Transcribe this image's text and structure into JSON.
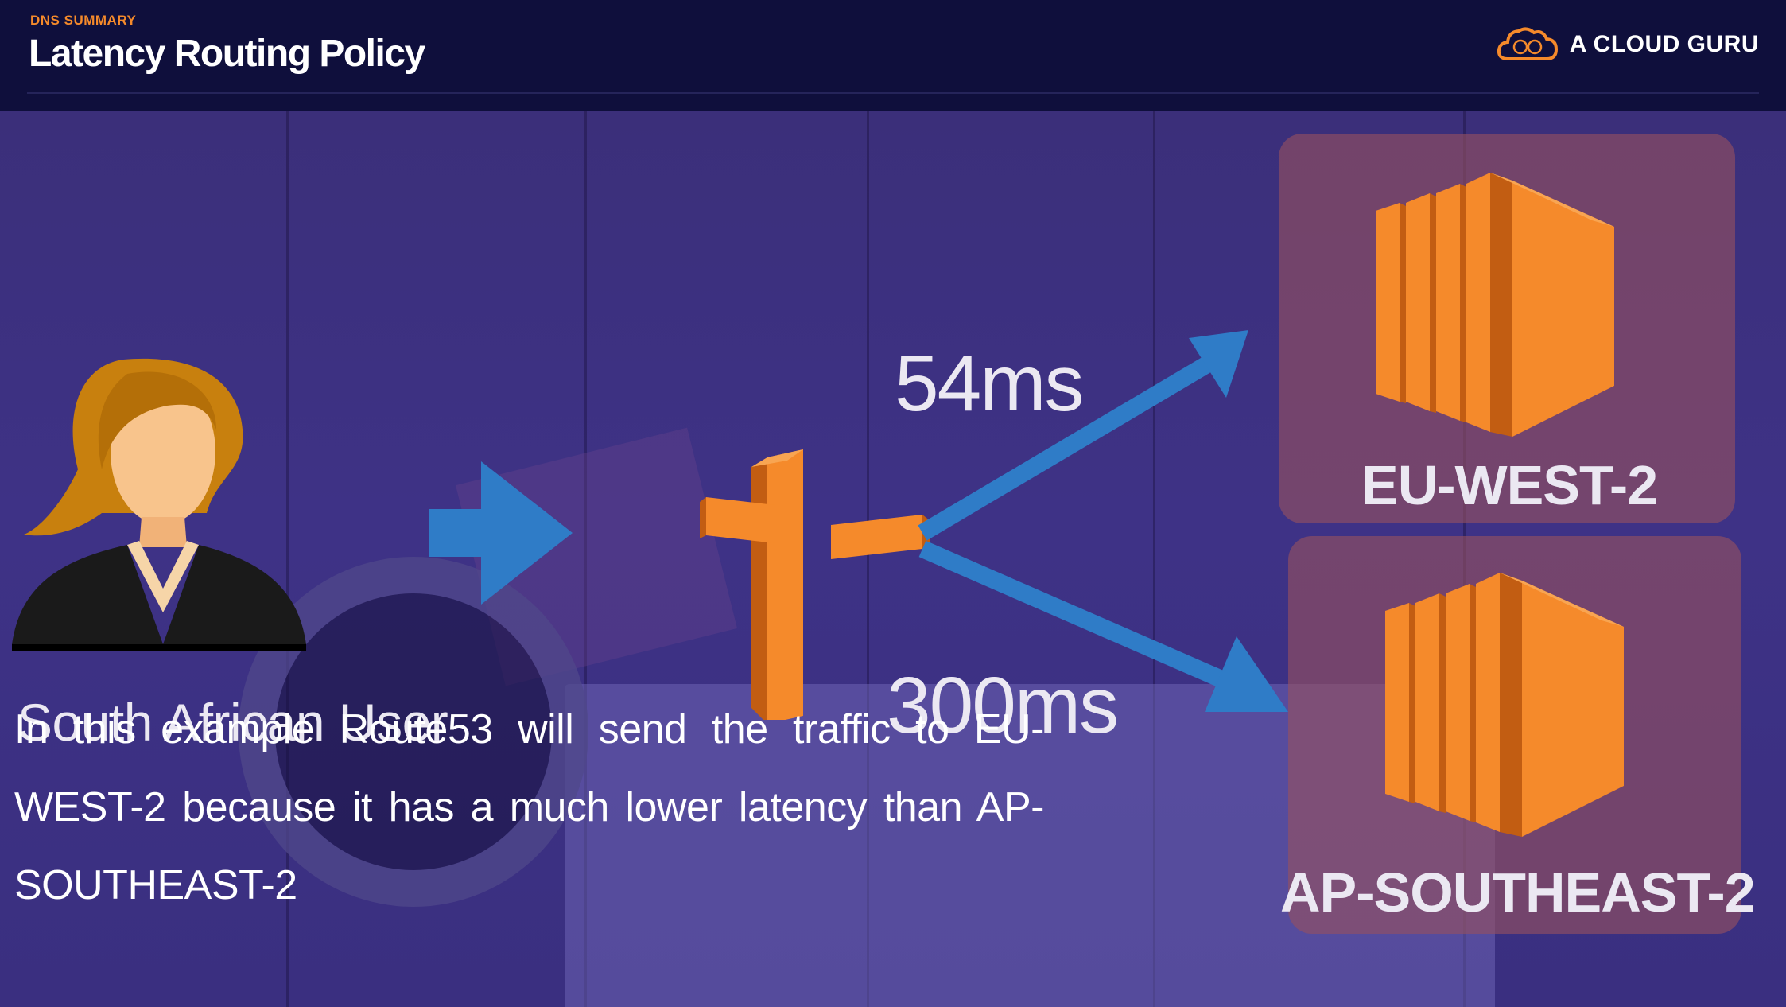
{
  "header": {
    "eyebrow": "DNS SUMMARY",
    "title": "Latency Routing Policy",
    "brand_name": "A CLOUD GURU",
    "brand_icon": "cloud-logo-icon",
    "accent_color": "#f58a2b"
  },
  "diagram": {
    "user_label": "South African User",
    "router_icon": "route53-icon",
    "latency_top": "54ms",
    "latency_bottom": "300ms",
    "region_top": "EU-WEST-2",
    "region_bottom": "AP-SOUTHEAST-2",
    "server_icon": "ec2-server-icon",
    "arrow_color": "#2f7cc7",
    "server_color": "#f58a2b"
  },
  "caption": "In this example Route53 will send the traffic to EU-WEST-2 because it has a much lower latency than AP-SOUTHEAST-2"
}
